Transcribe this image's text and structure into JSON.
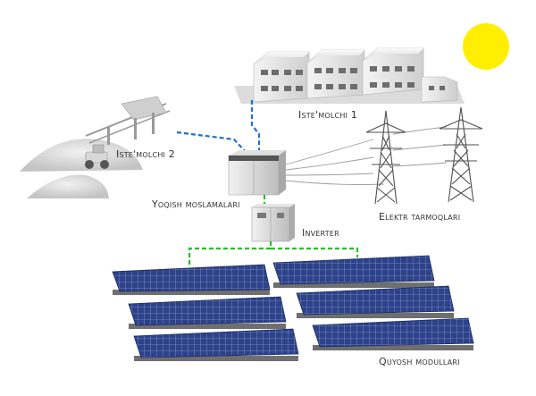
{
  "labels": {
    "consumer1": "Iste'molchi 1",
    "consumer2": "Iste'molchi 2",
    "switchgear": "Yoqish moslamalari",
    "inverter": "Inverter",
    "grid": "Elektr tarmoqlari",
    "solar": "Quyosh modullari"
  },
  "colors": {
    "sun": "#ffee00",
    "data_link": "#1f6fd6",
    "dc_link": "#22c322",
    "panel": "#2b3f86",
    "panel_grid": "#9fb1d9",
    "building": "#e8e8e8"
  }
}
